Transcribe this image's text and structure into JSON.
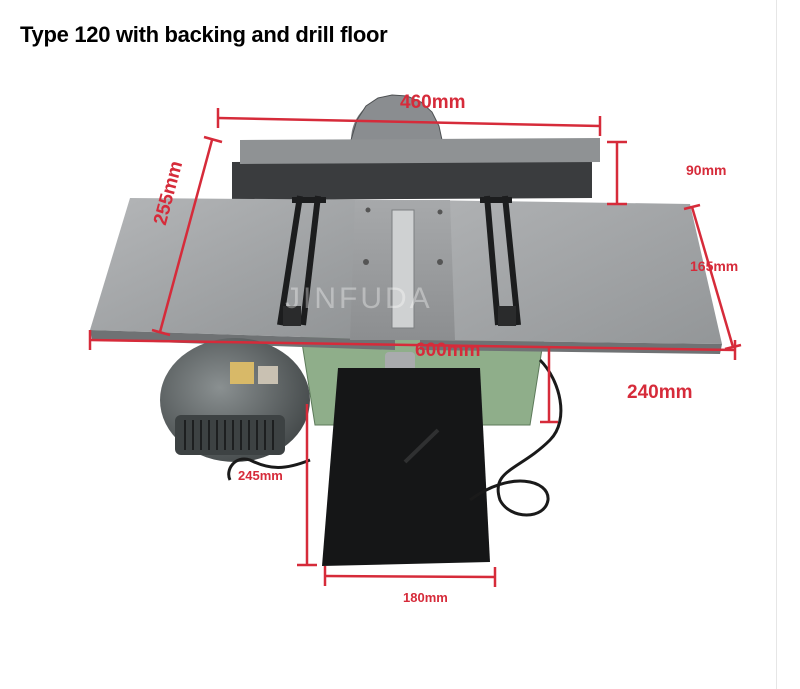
{
  "title": "Type 120 with backing and drill floor",
  "watermark": "JINFUDA",
  "dimensions": {
    "d460": "460mm",
    "d255": "255mm",
    "d90": "90mm",
    "d165": "165mm",
    "d600": "600mm",
    "d240": "240mm",
    "d245": "245mm",
    "d180": "180mm"
  },
  "colors": {
    "dimension_red": "#d62b3a",
    "table_gray": "#9a9c9e",
    "base_green": "#8fae8a",
    "motor_gray": "#5e6466"
  }
}
